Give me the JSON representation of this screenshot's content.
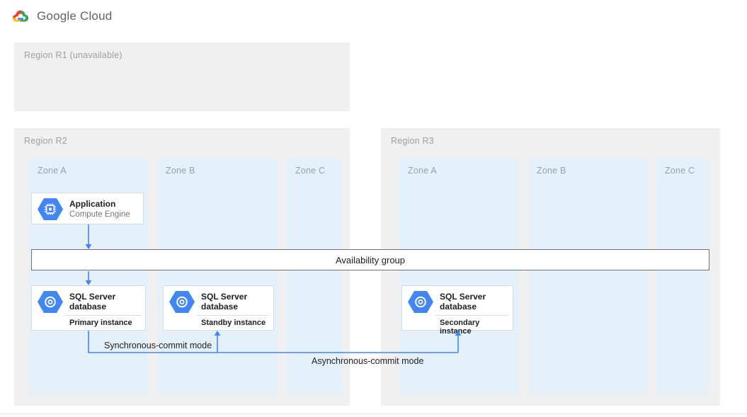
{
  "header": {
    "logo_google": "Google",
    "logo_cloud": "Cloud"
  },
  "colors": {
    "arrow_blue": "#4285f4",
    "zone_fill": "#e4f1fb",
    "region_fill": "#f0f0f0",
    "card_border": "#dadce0",
    "label_gray": "#9aa0a6",
    "logo_red": "#ea4335",
    "logo_blue": "#4285f4",
    "logo_green": "#34a853",
    "logo_yellow": "#fbbc05",
    "hexagon_blue": "#4285f4"
  },
  "regions": {
    "r1": {
      "label": "Region R1 (unavailable)"
    },
    "r2": {
      "label": "Region R2",
      "zones": [
        "Zone A",
        "Zone B",
        "Zone C"
      ]
    },
    "r3": {
      "label": "Region R3",
      "zones": [
        "Zone A",
        "Zone B",
        "Zone C"
      ]
    }
  },
  "nodes": {
    "application": {
      "title": "Application",
      "subtitle": "Compute Engine"
    },
    "primary": {
      "title": "SQL Server database",
      "instance": "Primary instance"
    },
    "standby": {
      "title": "SQL Server database",
      "instance": "Standby instance"
    },
    "secondary": {
      "title": "SQL Server database",
      "instance": "Secondary instance"
    }
  },
  "banner": {
    "label": "Availability group"
  },
  "edges": {
    "sync_label": "Synchronous-commit mode",
    "async_label": "Asynchronous-commit mode"
  }
}
